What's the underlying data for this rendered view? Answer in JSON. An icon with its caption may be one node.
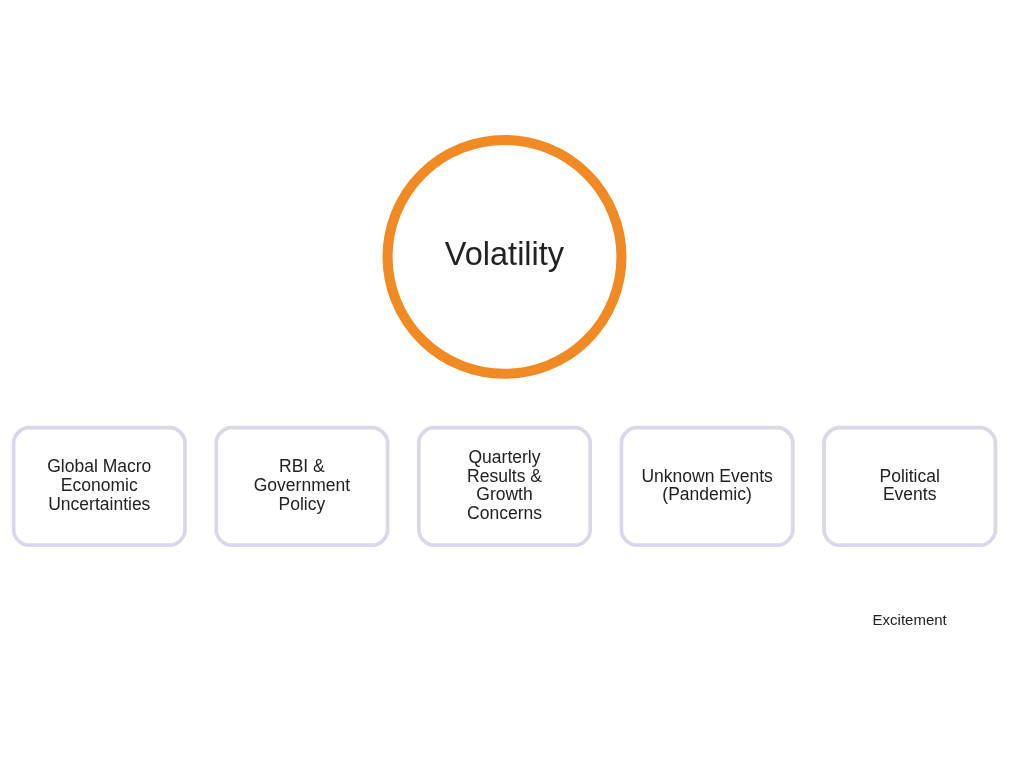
{
  "diagram": {
    "nodes": [
      {
        "text": [
          "Volatility"
        ]
      },
      {
        "text": [
          "Global Macro Economic Uncertainties"
        ]
      },
      {
        "text": [
          "RBI & Government Policy"
        ]
      },
      {
        "text": [
          "Quarterly Results & Growth Concerns"
        ]
      },
      {
        "text": [
          "Unknown Events (Pandemic)"
        ]
      },
      {
        "text": [
          "Political Events"
        ]
      }
    ],
    "labels": [
      "Excitement"
    ]
  }
}
